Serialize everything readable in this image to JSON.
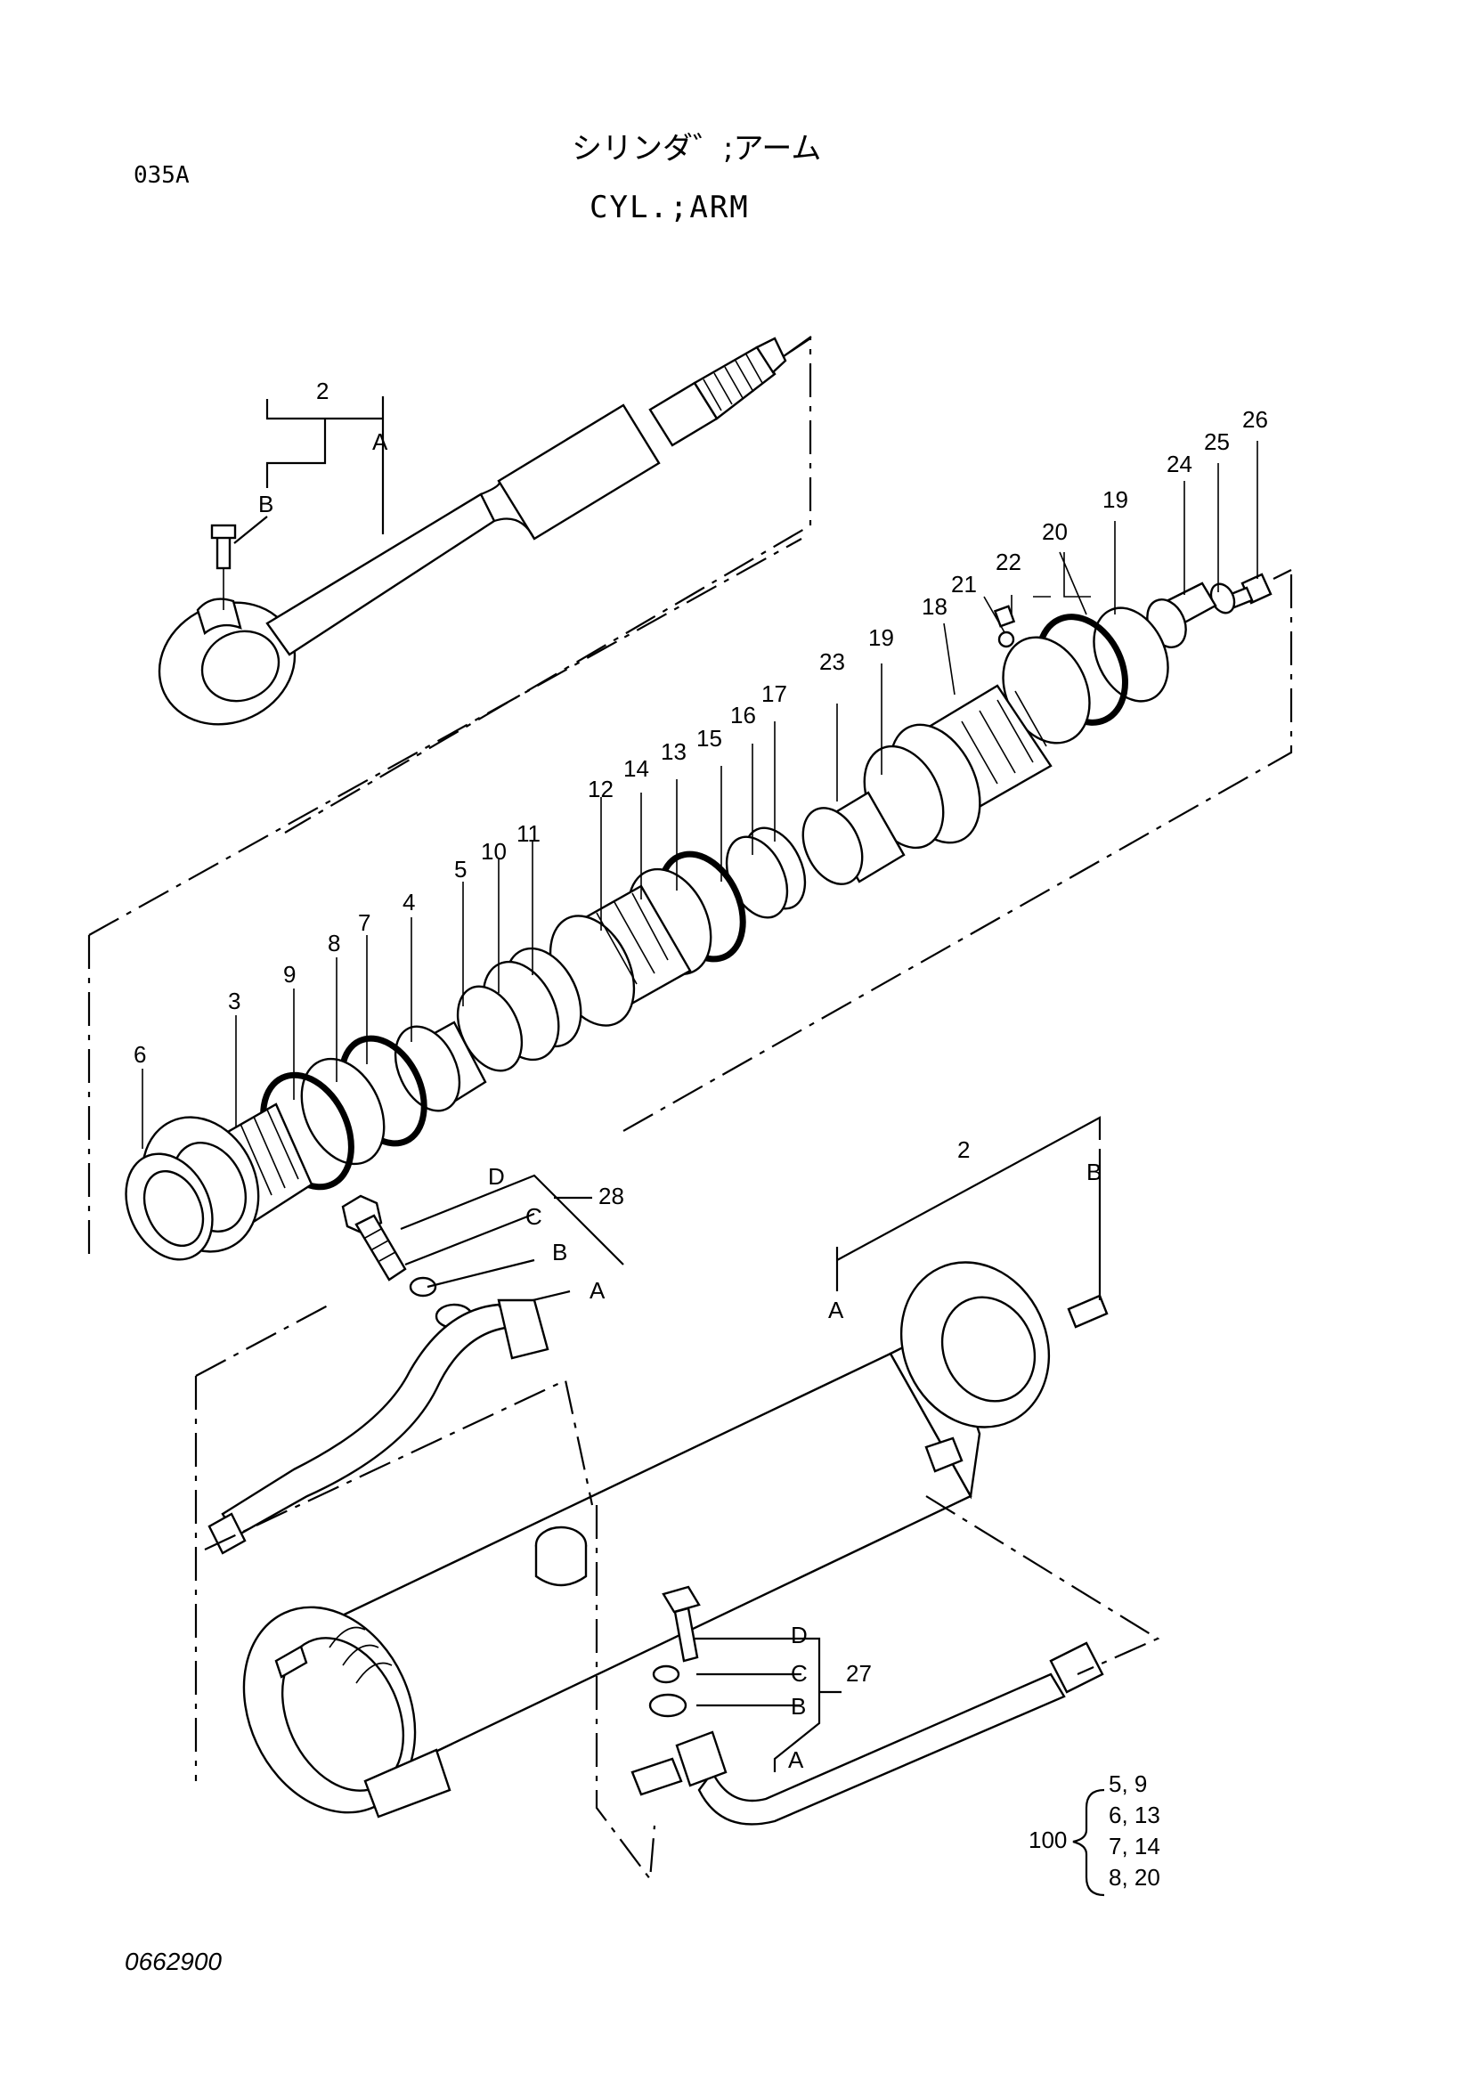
{
  "header": {
    "code": "035A",
    "title_jp": "シリンダ゛;アーム",
    "title_en": "CYL.;ARM"
  },
  "footer": {
    "drawing_no": "0662900"
  },
  "callouts": {
    "rod_2": "2",
    "rod_A": "A",
    "rod_B": "B",
    "p26": "26",
    "p25": "25",
    "p24": "24",
    "p19a": "19",
    "p20": "20",
    "p22": "22",
    "p21": "21",
    "p18": "18",
    "p23": "23",
    "p19b": "19",
    "p17": "17",
    "p16": "16",
    "p15": "15",
    "p13": "13",
    "p14": "14",
    "p12": "12",
    "p11": "11",
    "p10": "10",
    "p5": "5",
    "p4": "4",
    "p7": "7",
    "p8": "8",
    "p9": "9",
    "p3": "3",
    "p6": "6",
    "g28_D": "D",
    "g28_C": "C",
    "g28_B": "B",
    "g28_A": "A",
    "g28_num": "28",
    "tube_2": "2",
    "tube_A": "A",
    "tube_B": "B",
    "g27_D": "D",
    "g27_C": "C",
    "g27_B": "B",
    "g27_A": "A",
    "g27_num": "27"
  },
  "kit": {
    "number": "100",
    "rows": [
      "5,  9",
      "6, 13",
      "7, 14",
      "8, 20"
    ]
  }
}
